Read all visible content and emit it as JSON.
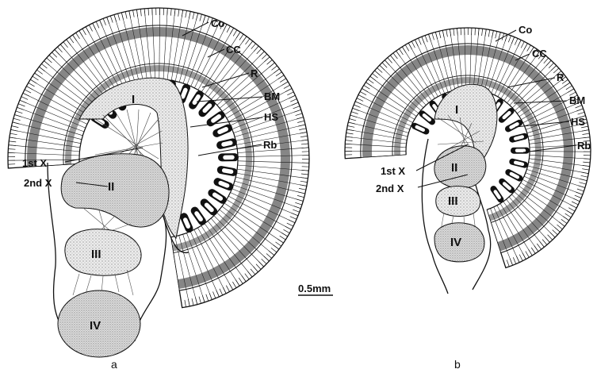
{
  "panels": {
    "a": {
      "label": "a",
      "structure_labels": {
        "co": "Co",
        "cc": "CC",
        "r": "R",
        "bm": "BM",
        "hs": "HS",
        "rb": "Rb",
        "chiasm1": "1st X",
        "chiasm2": "2nd X",
        "lamina": "I",
        "medulla": "II",
        "lobula": "III",
        "ganglion4": "IV"
      }
    },
    "b": {
      "label": "b",
      "structure_labels": {
        "co": "Co",
        "cc": "CC",
        "r": "R",
        "bm": "BM",
        "hs": "HS",
        "rb": "Rb",
        "chiasm1": "1st X",
        "chiasm2": "2nd X",
        "lamina": "I",
        "medulla": "II",
        "lobula": "III",
        "ganglion4": "IV"
      }
    }
  },
  "scale_bar": {
    "label": "0.5mm"
  },
  "colors": {
    "ink": "#111111",
    "stipple": "#d9d9d9",
    "paper": "#ffffff"
  }
}
